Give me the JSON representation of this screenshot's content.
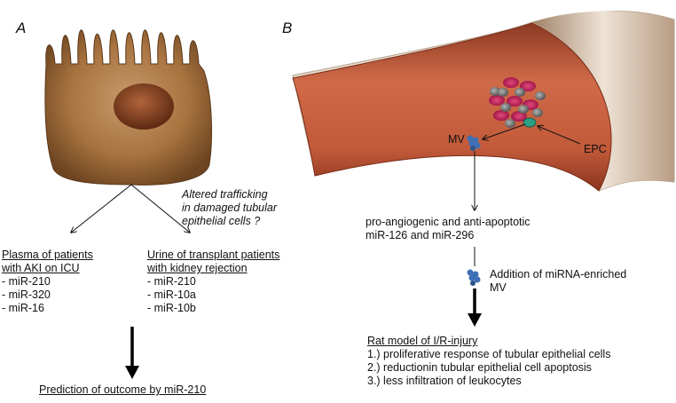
{
  "panel_a": {
    "label": "A",
    "annotation": [
      "Altered trafficking",
      "in damaged tubular",
      "epithelial cells ?"
    ],
    "plasma": {
      "title": [
        "Plasma of patients",
        "with AKI on ICU"
      ],
      "items": [
        "- miR-210",
        "- miR-320",
        "- miR-16"
      ]
    },
    "urine": {
      "title": [
        "Urine of transplant patients",
        "with kidney rejection"
      ],
      "items": [
        "- miR-210",
        "- miR-10a",
        "- miR-10b"
      ]
    },
    "outcome": "Prediction of outcome by miR-210"
  },
  "panel_b": {
    "label": "B",
    "mv_label": "MV",
    "epc_label": "EPC",
    "pro_text": [
      "pro-angiogenic and anti-apoptotic",
      "miR-126 and miR-296"
    ],
    "addition_text": [
      "Addition of miRNA-enriched",
      "MV"
    ],
    "rat": {
      "title": "Rat model of I/R-injury",
      "items": [
        "1.) proliferative  response of tubular epithelial cells",
        "2.) reductionin tubular epithelial cell apoptosis",
        "3.) less  infiltration of leukocytes"
      ]
    }
  },
  "colors": {
    "cell_body": "#9a6a3e",
    "nucleus": "#7a3e1e",
    "vessel_outer": "#c55a3c",
    "vessel_inner": "#d8c7b6",
    "rbc": "#c2185b",
    "platelet": "#8c8c8c",
    "epc": "#2e9e84",
    "mv": "#3f6fb5"
  }
}
